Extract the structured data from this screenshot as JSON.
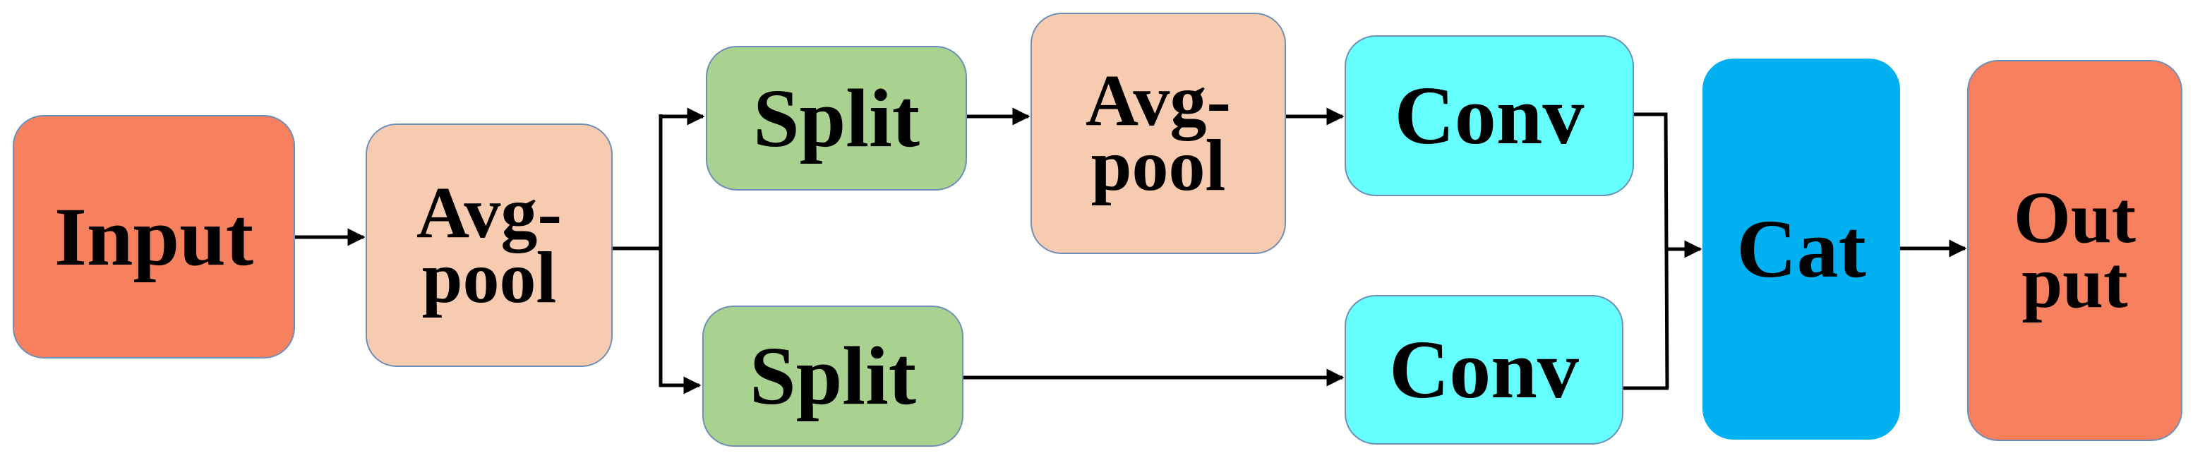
{
  "diagram": {
    "nodes": {
      "input": {
        "label": "Input"
      },
      "pool1": {
        "line1": "Avg-",
        "line2": "pool"
      },
      "split1": {
        "label": "Split"
      },
      "pool2": {
        "line1": "Avg-",
        "line2": "pool"
      },
      "conv1": {
        "label": "Conv"
      },
      "split2": {
        "label": "Split"
      },
      "conv2": {
        "label": "Conv"
      },
      "cat": {
        "label": "Cat"
      },
      "output": {
        "line1": "Out",
        "line2": "put"
      }
    },
    "edges": [
      [
        "input",
        "pool1"
      ],
      [
        "pool1",
        "split1"
      ],
      [
        "pool1",
        "split2"
      ],
      [
        "split1",
        "pool2"
      ],
      [
        "pool2",
        "conv1"
      ],
      [
        "split2",
        "conv2"
      ],
      [
        "conv1",
        "cat"
      ],
      [
        "conv2",
        "cat"
      ],
      [
        "cat",
        "output"
      ]
    ],
    "colors": {
      "input_output": "#f7805e",
      "avgpool": "#f7cbb0",
      "split": "#a9d18f",
      "conv": "#66ffff",
      "cat": "#00b0f0",
      "arrow": "#000000"
    }
  }
}
